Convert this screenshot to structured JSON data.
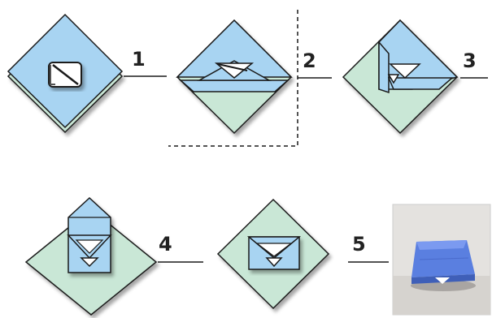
{
  "steps": [
    {
      "label": "1"
    },
    {
      "label": "2"
    },
    {
      "label": "3"
    },
    {
      "label": "4"
    },
    {
      "label": "5"
    }
  ],
  "colors": {
    "blue": "#a8d4f2",
    "green": "#c9e7d6",
    "outline": "#1a1a1a",
    "shadow": "#9a9a9a",
    "wrap": "#4f72d8"
  }
}
